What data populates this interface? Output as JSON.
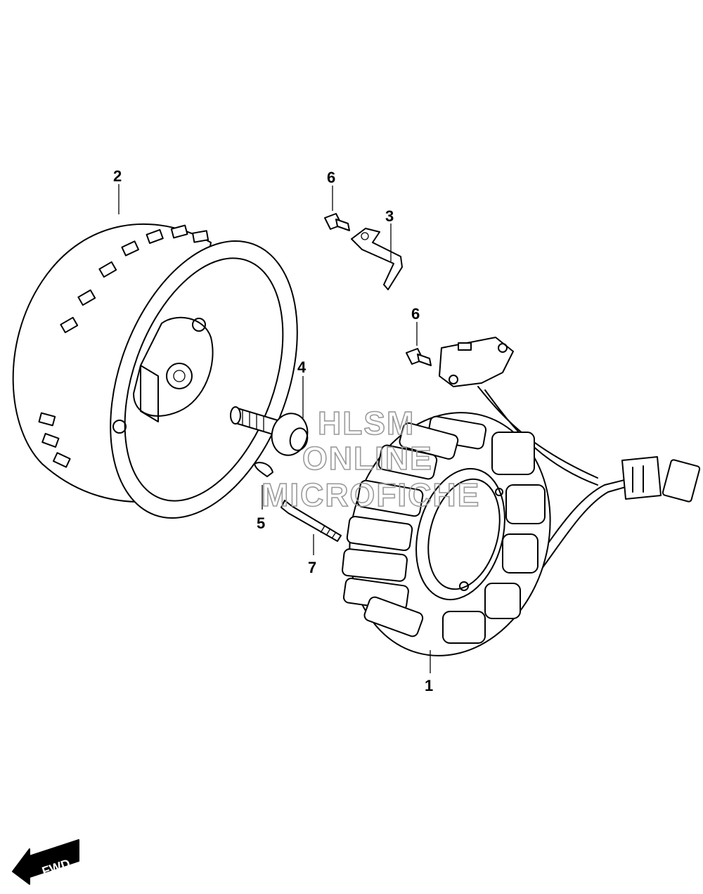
{
  "callouts": {
    "c1": "1",
    "c2": "2",
    "c3": "3",
    "c4": "4",
    "c5": "5",
    "c6a": "6",
    "c6b": "6",
    "c7": "7"
  },
  "watermark": {
    "line1": "HLSM",
    "line2": "ONLINE",
    "line3": "MICROFICHE"
  },
  "direction_badge": {
    "label": "FWD"
  }
}
